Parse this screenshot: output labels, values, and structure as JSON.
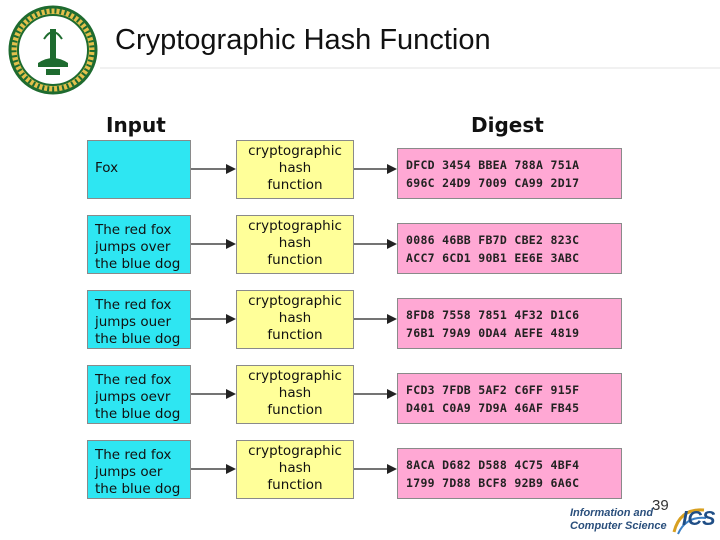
{
  "slide": {
    "title": "Cryptographic Hash Function",
    "page_number": "39"
  },
  "columns": {
    "input": "Input",
    "digest": "Digest"
  },
  "rows": [
    {
      "input_lines": [
        "Fox"
      ],
      "hash_lines": [
        "cryptographic",
        "hash",
        "function"
      ],
      "digest_lines": [
        "DFCD 3454 BBEA 788A 751A",
        "696C 24D9 7009 CA99 2D17"
      ]
    },
    {
      "input_lines": [
        "The red fox",
        "jumps over",
        "the blue dog"
      ],
      "hash_lines": [
        "cryptographic",
        "hash",
        "function"
      ],
      "digest_lines": [
        "0086 46BB FB7D CBE2 823C",
        "ACC7 6CD1 90B1 EE6E 3ABC"
      ]
    },
    {
      "input_lines": [
        "The red fox",
        "jumps ouer",
        "the blue dog"
      ],
      "hash_lines": [
        "cryptographic",
        "hash",
        "function"
      ],
      "digest_lines": [
        "8FD8 7558 7851 4F32 D1C6",
        "76B1 79A9 0DA4 AEFE 4819"
      ]
    },
    {
      "input_lines": [
        "The red fox",
        "jumps oevr",
        "the blue dog"
      ],
      "hash_lines": [
        "cryptographic",
        "hash",
        "function"
      ],
      "digest_lines": [
        "FCD3 7FDB 5AF2 C6FF 915F",
        "D401 C0A9 7D9A 46AF FB45"
      ]
    },
    {
      "input_lines": [
        "The red fox",
        "jumps oer",
        "the blue dog"
      ],
      "hash_lines": [
        "cryptographic",
        "hash",
        "function"
      ],
      "digest_lines": [
        "8ACA D682 D588 4C75 4BF4",
        "1799 7D88 BCF8 92B9 6A6C"
      ]
    }
  ],
  "footer": {
    "logo_line1": "Information and",
    "logo_line2": "Computer Science",
    "logo_mark": "ICS"
  },
  "colors": {
    "input_fill": "#2ee6f2",
    "hash_fill": "#ffff99",
    "digest_fill": "#ffa8d4",
    "logo_green": "#1e6b2f",
    "logo_gold": "#d9b23a"
  },
  "icons": {
    "university_logo": "university-seal-icon",
    "arrow": "arrow-right-icon"
  }
}
